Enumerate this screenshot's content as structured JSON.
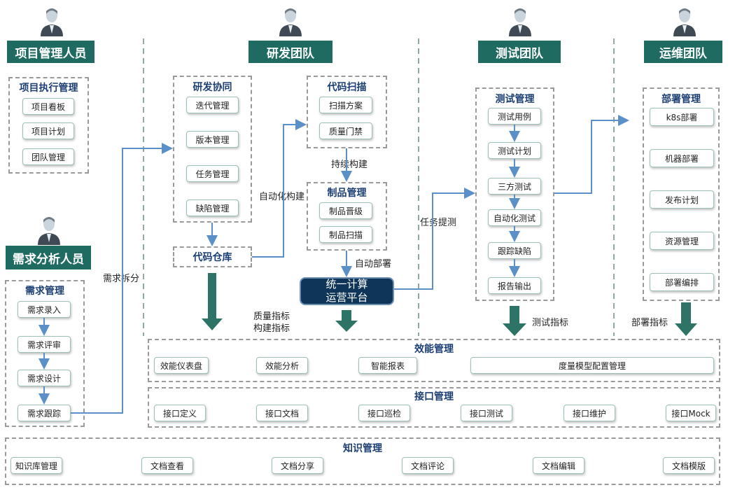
{
  "roles": {
    "pm": "项目管理人员",
    "dev": "研发团队",
    "test": "测试团队",
    "ops": "运维团队",
    "req": "需求分析人员"
  },
  "pm_group": {
    "title": "项目执行管理",
    "items": [
      "项目看板",
      "项目计划",
      "团队管理"
    ]
  },
  "req_group": {
    "title": "需求管理",
    "items": [
      "需求录入",
      "需求评审",
      "需求设计",
      "需求跟踪"
    ]
  },
  "dev_collab": {
    "title": "研发协同",
    "items": [
      "迭代管理",
      "版本管理",
      "任务管理",
      "缺陷管理"
    ]
  },
  "code_scan": {
    "title": "代码扫描",
    "items": [
      "扫描方案",
      "质量门禁"
    ]
  },
  "artifact": {
    "title": "制品管理",
    "items": [
      "制品晋级",
      "制品扫描"
    ]
  },
  "repo": "代码仓库",
  "platform": {
    "line1": "统一计算",
    "line2": "运营平台"
  },
  "test_mgmt": {
    "title": "测试管理",
    "items": [
      "测试用例",
      "测试计划",
      "三方测试",
      "自动化测试",
      "跟踪缺陷",
      "报告输出"
    ]
  },
  "deploy": {
    "title": "部署管理",
    "items": [
      "k8s部署",
      "机器部署",
      "发布计划",
      "资源管理",
      "部署编排"
    ]
  },
  "labels": {
    "req_split": "需求拆分",
    "auto_build": "自动化构建",
    "continuous_build": "持续构建",
    "auto_deploy": "自动部署",
    "task_submit": "任务提测",
    "quality_metrics": "质量指标",
    "build_metrics": "构建指标",
    "test_metrics": "测试指标",
    "deploy_metrics": "部署指标"
  },
  "efficiency": {
    "title": "效能管理",
    "items": [
      "效能仪表盘",
      "效能分析",
      "智能报表",
      "度量模型配置管理"
    ]
  },
  "interface": {
    "title": "接口管理",
    "items": [
      "接口定义",
      "接口文档",
      "接口巡检",
      "接口测试",
      "接口维护",
      "接口Mock"
    ]
  },
  "knowledge": {
    "title": "知识管理",
    "items": [
      "知识库管理",
      "文档查看",
      "文档分享",
      "文档评论",
      "文档编辑",
      "文档模版"
    ]
  },
  "colors": {
    "banner": "#1f6b62",
    "arrow": "#5b8fc7",
    "big_arrow": "#2e7466",
    "platform": "#0f3558"
  },
  "icons": {
    "person": "person-icon"
  }
}
